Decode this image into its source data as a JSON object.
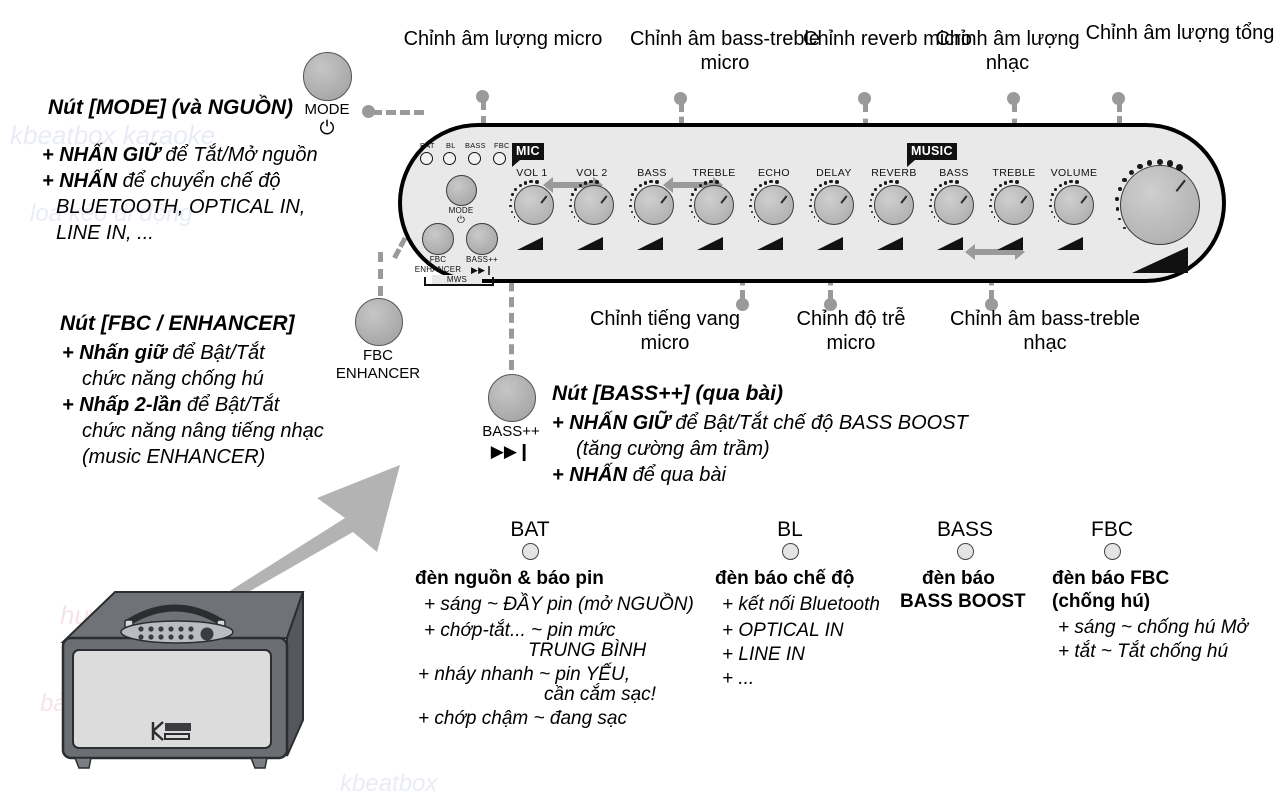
{
  "colors": {
    "panel_bg": "#e9e9e9",
    "panel_border": "#000000",
    "knob": "#b4b4b4",
    "leader": "#9a9a9a",
    "arrow": "#b0b0b0",
    "tag": "#111111"
  },
  "callouts": {
    "mode": {
      "title": "Nút [MODE] (và NGUỒN)",
      "button_label": "MODE",
      "power_glyph": "⏻",
      "lines": [
        {
          "bold": "+ NHẤN GIỮ",
          "rest": " để Tắt/Mở nguồn"
        },
        {
          "bold": "+ NHẤN",
          "rest": " để chuyển chế độ"
        },
        {
          "bold": "",
          "rest": "BLUETOOTH, OPTICAL IN,"
        },
        {
          "bold": "",
          "rest": "LINE IN, ..."
        }
      ]
    },
    "fbc": {
      "title": "Nút [FBC / ENHANCER]",
      "button_label_1": "FBC",
      "button_label_2": "ENHANCER",
      "lines": [
        {
          "bold": "+ Nhấn giữ",
          "rest": " để Bật/Tắt"
        },
        {
          "bold": "",
          "rest": "chức năng chống hú"
        },
        {
          "bold": "+ Nhấp 2-lần",
          "rest": " để Bật/Tắt"
        },
        {
          "bold": "",
          "rest": "chức năng nâng tiếng nhạc"
        },
        {
          "bold": "",
          "rest": "(music ENHANCER)"
        }
      ]
    },
    "bassplus": {
      "title": "Nút [BASS++] (qua bài)",
      "button_label": "BASS++",
      "button_glyph": "▶▶❙",
      "lines": [
        {
          "bold": "+ NHẤN GIỮ",
          "rest": " để Bật/Tắt chế độ BASS BOOST"
        },
        {
          "bold": "",
          "rest": "(tăng cường âm trầm)"
        },
        {
          "bold": "+ NHẤN",
          "rest": " để qua bài"
        }
      ]
    }
  },
  "top_annotations": [
    {
      "id": "mic-volume",
      "text": "Chỉnh\nâm lượng micro"
    },
    {
      "id": "mic-bass-treble",
      "text": "Chỉnh âm\nbass-treble micro"
    },
    {
      "id": "mic-reverb",
      "text": "Chỉnh\nreverb micro"
    },
    {
      "id": "music-volume",
      "text": "Chỉnh\nâm lượng nhạc"
    },
    {
      "id": "master-volume",
      "text": "Chỉnh\nâm lượng tổng"
    }
  ],
  "bottom_annotations": [
    {
      "id": "mic-echo",
      "text": "Chỉnh\ntiếng vang micro"
    },
    {
      "id": "mic-delay",
      "text": "Chỉnh\nđộ trễ micro"
    },
    {
      "id": "music-bass-treble",
      "text": "Chỉnh âm\nbass-treble nhạc"
    }
  ],
  "panel": {
    "mic_tag": "MIC",
    "music_tag": "MUSIC",
    "mws_label": "MWS",
    "knobs": [
      {
        "label": "VOL 1",
        "group": "mic"
      },
      {
        "label": "VOL 2",
        "group": "mic"
      },
      {
        "label": "BASS",
        "group": "mic"
      },
      {
        "label": "TREBLE",
        "group": "mic"
      },
      {
        "label": "ECHO",
        "group": "mic"
      },
      {
        "label": "DELAY",
        "group": "mic"
      },
      {
        "label": "REVERB",
        "group": "mic"
      },
      {
        "label": "BASS",
        "group": "music"
      },
      {
        "label": "TREBLE",
        "group": "music"
      },
      {
        "label": "VOLUME",
        "group": "music"
      }
    ],
    "master_knob": {
      "label": ""
    },
    "leds": [
      {
        "label": "BAT"
      },
      {
        "label": "BL"
      },
      {
        "label": "BASS"
      },
      {
        "label": "FBC"
      }
    ],
    "buttons": [
      {
        "label": "MODE",
        "sub": "⏻"
      },
      {
        "label": "FBC",
        "sub": "ENHANCER"
      },
      {
        "label": "BASS++",
        "sub": "▶▶❙"
      }
    ]
  },
  "led_legend": [
    {
      "name": "BAT",
      "title": "đèn nguồn & báo pin",
      "items": [
        "+ sáng ~ ĐẦY pin (mở NGUỒN)",
        "+ chớp-tắt... ~ pin mức",
        "TRUNG BÌNH",
        "+ nháy nhanh ~ pin YẾU,",
        "cần cắm sạc!",
        "+ chớp chậm ~ đang sạc"
      ]
    },
    {
      "name": "BL",
      "title": "đèn báo chế độ",
      "items": [
        "+ kết nối Bluetooth",
        "+ OPTICAL IN",
        "+ LINE IN",
        "+ ..."
      ]
    },
    {
      "name": "BASS",
      "title": "đèn báo",
      "title2": "BASS BOOST",
      "items": []
    },
    {
      "name": "FBC",
      "title": "đèn báo FBC",
      "title2": "(chống hú)",
      "items": [
        "+ sáng ~ chống hú Mở",
        "+ tắt ~ Tắt chống hú"
      ]
    }
  ],
  "speaker": {
    "brand": "KBEATBOX"
  }
}
